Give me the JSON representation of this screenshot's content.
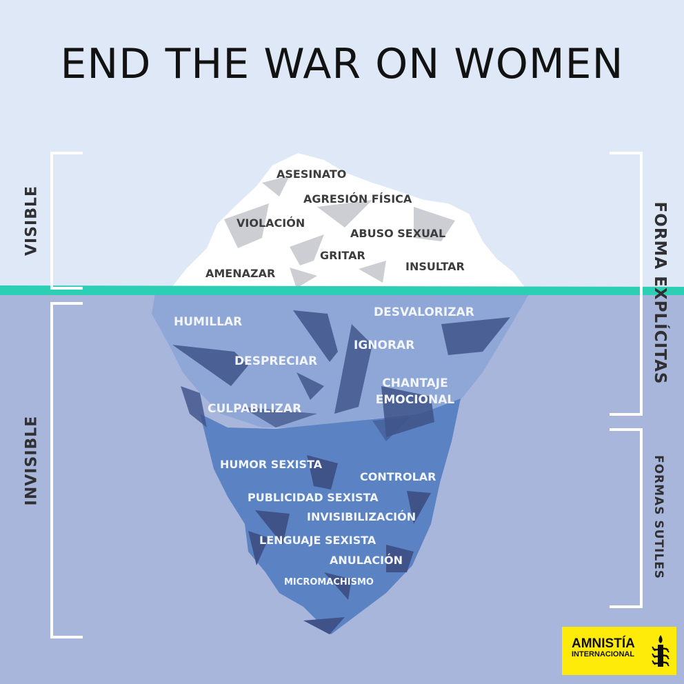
{
  "title": "END THE WAR ON WOMEN",
  "side_labels": {
    "visible": "VISIBLE",
    "invisible": "INVISIBLE",
    "explicit": "FORMA EXPLÍCITAS",
    "subtle": "FORMAS SUTILES"
  },
  "tip_items": {
    "asesinato": "ASESINATO",
    "agresion": "AGRESIÓN FÍSICA",
    "violacion": "VIOLACIÓN",
    "abuso": "ABUSO SEXUAL",
    "gritar": "GRITAR",
    "amenazar": "AMENAZAR",
    "insultar": "INSULTAR"
  },
  "underwater_items": {
    "humillar": "HUMILLAR",
    "desvalorizar": "DESVALORIZAR",
    "ignorar": "IGNORAR",
    "despreciar": "DESPRECIAR",
    "chantaje_l1": "CHANTAJE",
    "chantaje_l2": "EMOCIONAL",
    "culpabilizar": "CULPABILIZAR",
    "humor": "HUMOR SEXISTA",
    "controlar": "CONTROLAR",
    "publicidad": "PUBLICIDAD SEXISTA",
    "invisibilizacion": "INVISIBILIZACIÓN",
    "lenguaje": "LENGUAJE SEXISTA",
    "anulacion": "ANULACIÓN",
    "micromachismo": "MICROMACHISMO"
  },
  "logo": {
    "line1": "AMNISTÍA",
    "line2": "INTERNACIONAL",
    "icon": "candle-barbed-wire-icon"
  },
  "colors": {
    "sky": "#dfe8f6",
    "sea": "#a9b6dc",
    "waterline": "#2ccfb4",
    "ice_top": "#ffffff",
    "ice_mid": "#8ea7d6",
    "ice_deep": "#5b83c3",
    "shadow": "#3f5388",
    "logo_bg": "#ffeb0a"
  }
}
